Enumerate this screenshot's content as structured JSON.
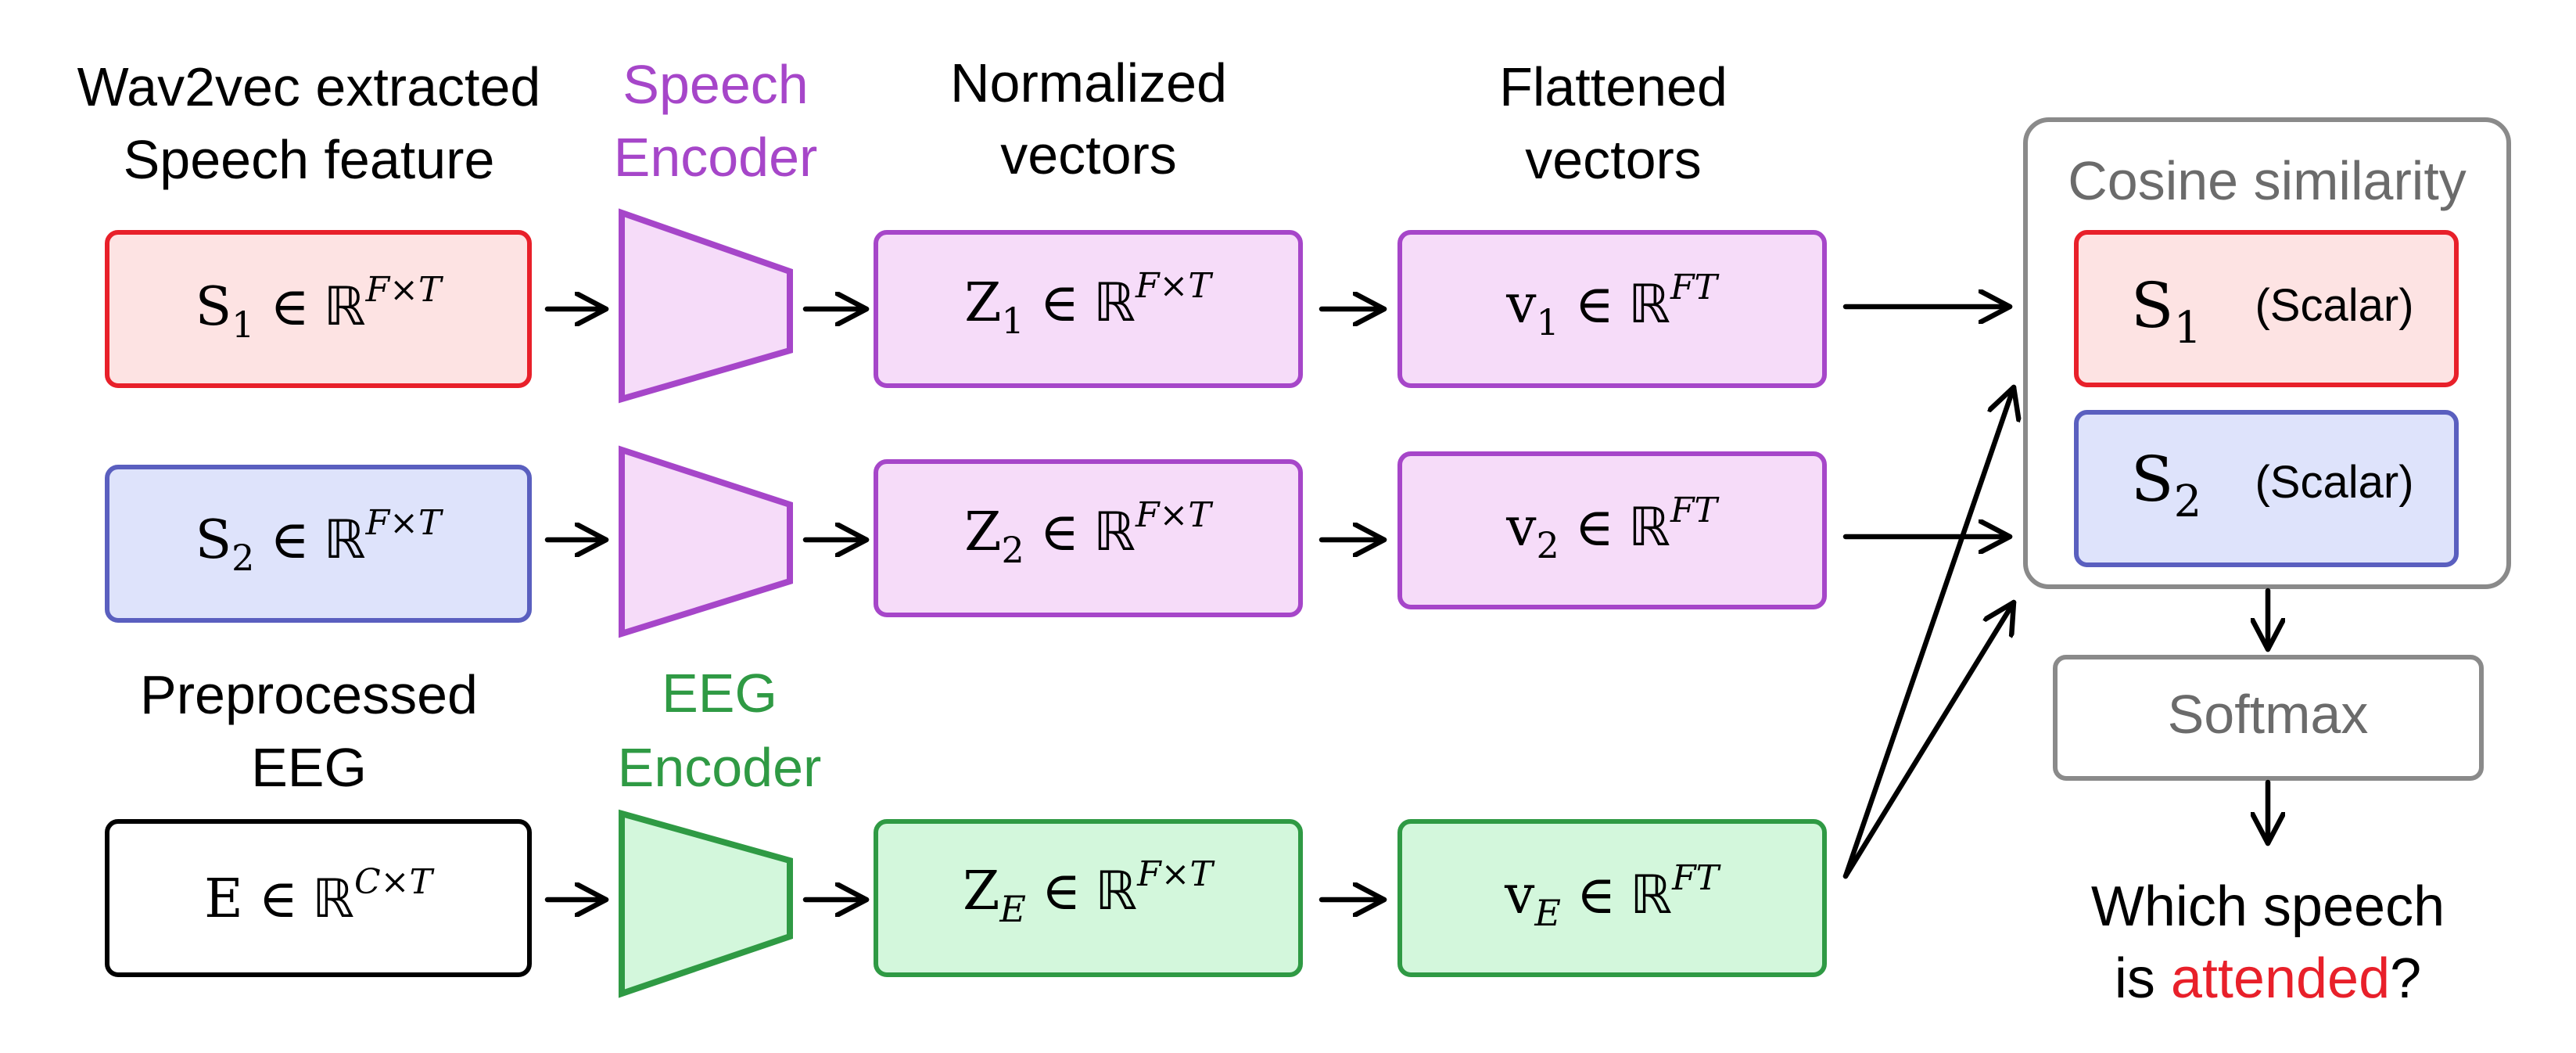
{
  "colors": {
    "red_stroke": "#e8202a",
    "red_fill": "#fde3e3",
    "blue_stroke": "#5a5fbf",
    "blue_fill": "#dee3fb",
    "purple_stroke": "#a646c9",
    "purple_fill": "#f6dcf9",
    "green_stroke": "#2f9a44",
    "green_fill": "#d3f7dc",
    "gray_stroke": "#8a8a8a",
    "gray_text": "#6b6b6b",
    "black": "#000000",
    "attended_red": "#e8202a"
  },
  "headers": {
    "wav2vec_line1": "Wav2vec extracted",
    "wav2vec_line2": "Speech feature",
    "speech_encoder_line1": "Speech",
    "speech_encoder_line2": "Encoder",
    "normalized_line1": "Normalized",
    "normalized_line2": "vectors",
    "flattened_line1": "Flattened",
    "flattened_line2": "vectors",
    "preprocessed_line1": "Preprocessed",
    "preprocessed_line2": "EEG",
    "eeg_encoder_line1": "EEG",
    "eeg_encoder_line2": "Encoder"
  },
  "inputs": {
    "s1": {
      "base": "S",
      "sub": "1",
      "in": "∈",
      "bb": "ℝ",
      "sup": "F×T"
    },
    "s2": {
      "base": "S",
      "sub": "2",
      "in": "∈",
      "bb": "ℝ",
      "sup": "F×T"
    },
    "e": {
      "base": "E",
      "in": "∈",
      "bb": "ℝ",
      "sup": "C×T"
    }
  },
  "normalized": {
    "z1": {
      "base": "Z",
      "sub": "1",
      "in": "∈",
      "bb": "ℝ",
      "sup": "F×T"
    },
    "z2": {
      "base": "Z",
      "sub": "2",
      "in": "∈",
      "bb": "ℝ",
      "sup": "F×T"
    },
    "ze": {
      "base": "Z",
      "sub": "E",
      "in": "∈",
      "bb": "ℝ",
      "sup": "F×T"
    }
  },
  "flattened": {
    "v1": {
      "base": "v",
      "sub": "1",
      "in": "∈",
      "bb": "ℝ",
      "sup": "FT"
    },
    "v2": {
      "base": "v",
      "sub": "2",
      "in": "∈",
      "bb": "ℝ",
      "sup": "FT"
    },
    "ve": {
      "base": "v",
      "sub": "E",
      "in": "∈",
      "bb": "ℝ",
      "sup": "FT"
    }
  },
  "cosine": {
    "title": "Cosine similarity",
    "s1": {
      "base": "S",
      "sub": "1",
      "note": "(Scalar)"
    },
    "s2": {
      "base": "S",
      "sub": "2",
      "note": "(Scalar)"
    }
  },
  "softmax": {
    "label": "Softmax"
  },
  "question": {
    "line1": "Which speech",
    "line2_pre": "is ",
    "line2_highlight": "attended",
    "line2_post": "?"
  }
}
